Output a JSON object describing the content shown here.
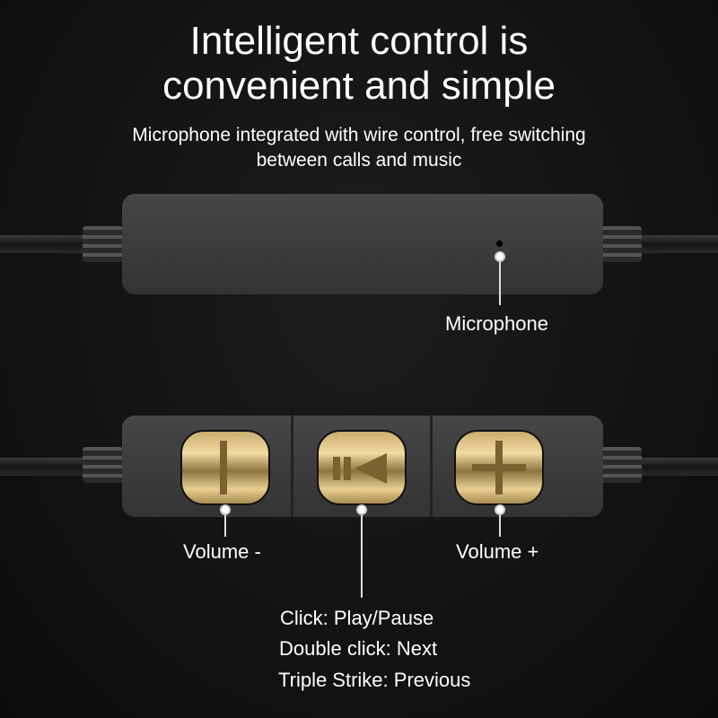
{
  "title": {
    "line1": "Intelligent control is",
    "line2": "convenient and simple"
  },
  "subtitle": {
    "line1": "Microphone integrated with wire control, free switching",
    "line2": "between calls and music"
  },
  "labels": {
    "microphone": "Microphone",
    "volume_down": "Volume -",
    "volume_up": "Volume +"
  },
  "play_pause_functions": [
    "Click: Play/Pause",
    "Double click: Next",
    "Triple Strike: Previous"
  ],
  "colors": {
    "gold": "#d9bf84",
    "body": "#3c3c3c",
    "background": "#141414"
  }
}
